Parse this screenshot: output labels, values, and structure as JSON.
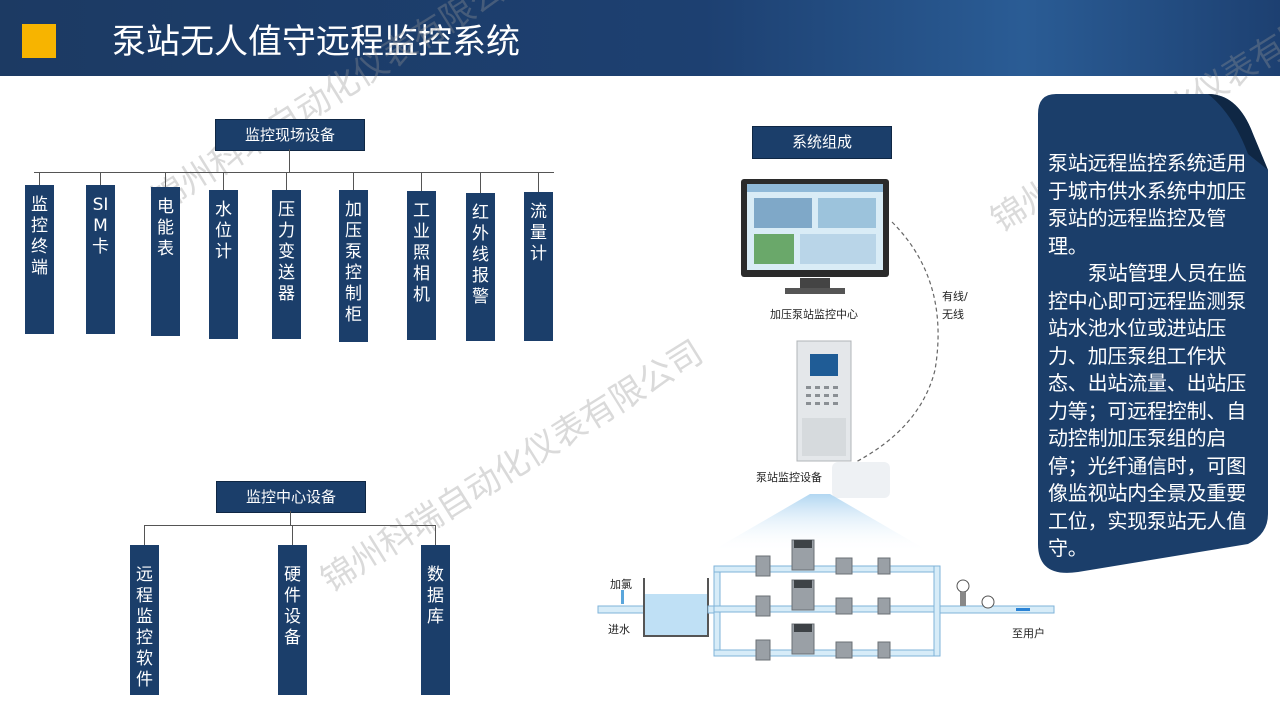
{
  "header": {
    "title": "泵站无人值守远程监控系统"
  },
  "site_devices": {
    "label": "监控现场设备",
    "items": [
      "监控终端",
      "SIM卡",
      "电能表",
      "水位计",
      "压力变送器",
      "加压泵控制柜",
      "工业照相机",
      "红外线报警",
      "流量计"
    ]
  },
  "center_devices": {
    "label": "监控中心设备",
    "items": [
      "远程监控软件",
      "硬件设备",
      "数据库"
    ]
  },
  "system": {
    "label": "系统组成",
    "monitor_caption": "加压泵站监控中心",
    "link_caption_1": "有线/",
    "link_caption_2": "无线",
    "cabinet_caption": "泵站监控设备",
    "chlorine": "加氯",
    "inlet": "进水",
    "to_user": "至用户"
  },
  "note": {
    "para1": "泵站远程监控系统适用于城市供水系统中加压泵站的远程监控及管理。",
    "para2": "泵站管理人员在监控中心即可远程监测泵站水池水位或进站压力、加压泵组工作状态、出站流量、出站压力等；可远程控制、自动控制加压泵组的启停；光纤通信时，可图像监视站内全景及重要工位，实现泵站无人值守。"
  },
  "watermark": "锦州科瑞自动化仪表有限公司",
  "colors": {
    "header": "#1d4071",
    "accent": "#f7b400",
    "box": "#1b3e6a"
  }
}
